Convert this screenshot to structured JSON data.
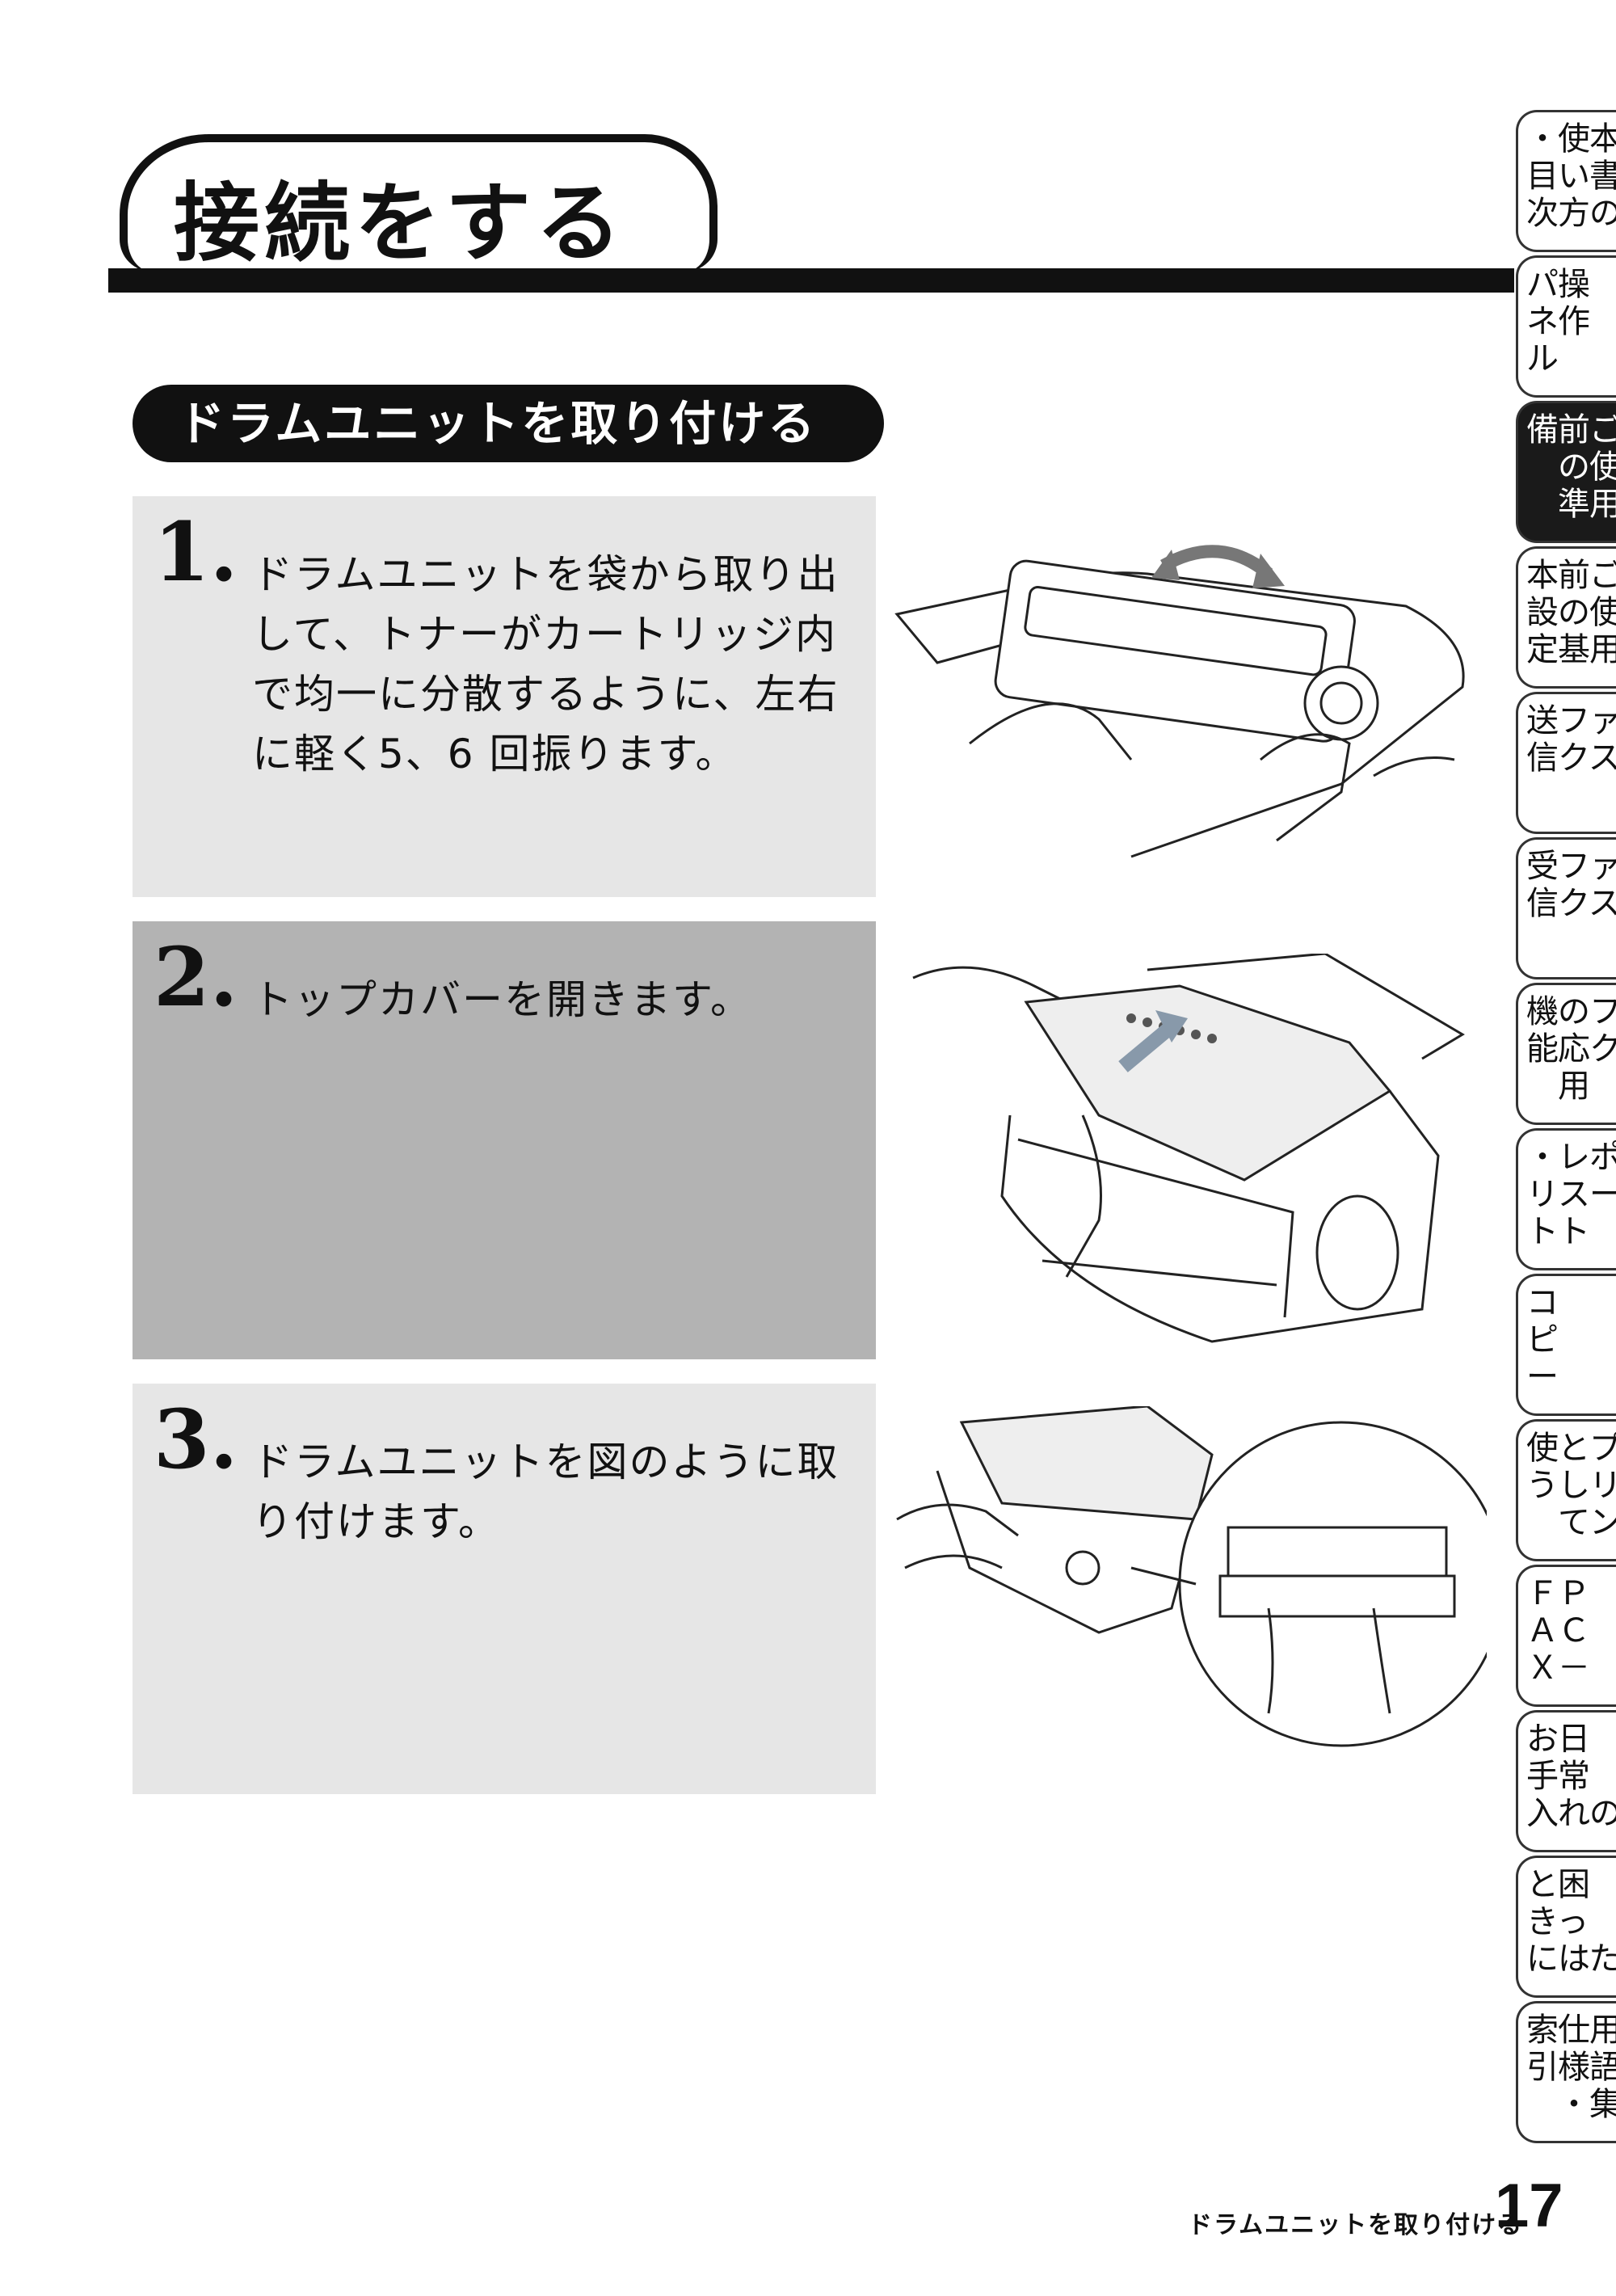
{
  "page_title": "接続をする",
  "section_title": "ドラムユニットを取り付ける",
  "steps": [
    {
      "number": "1.",
      "text": "ドラムユニットを袋から取り出して、トナーがカートリッジ内で均一に分散するように、左右に軽く5、6 回振ります。"
    },
    {
      "number": "2.",
      "text": "トップカバーを開きます。"
    },
    {
      "number": "3.",
      "text": "ドラムユニットを図のように取り付けます。"
    }
  ],
  "tabs": [
    {
      "label": "・使本\n目い書\n次方の"
    },
    {
      "label": "パ操\nネ作\nル"
    },
    {
      "label": "備前ご\n　の使\n　準用"
    },
    {
      "label": "本前ご\n設の使\n定基用"
    },
    {
      "label": "送ファ\n信クス"
    },
    {
      "label": "受ファ\n信クス"
    },
    {
      "label": "機のファ\n能応クス\n　用"
    },
    {
      "label": "・レポ\nリスー\nトト"
    },
    {
      "label": "コ\nピ\nー"
    },
    {
      "label": "使とプ\nうしリ\n　てンタ"
    },
    {
      "label": "ＦＰ\nＡＣ\nＸ－"
    },
    {
      "label": "お日\n手常\n入れの"
    },
    {
      "label": "と困\nきっ\nにはた"
    },
    {
      "label": "索仕用\n引様語\n　・集・"
    }
  ],
  "footer": {
    "label": "ドラムユニットを取り付ける",
    "page_number": "17"
  }
}
